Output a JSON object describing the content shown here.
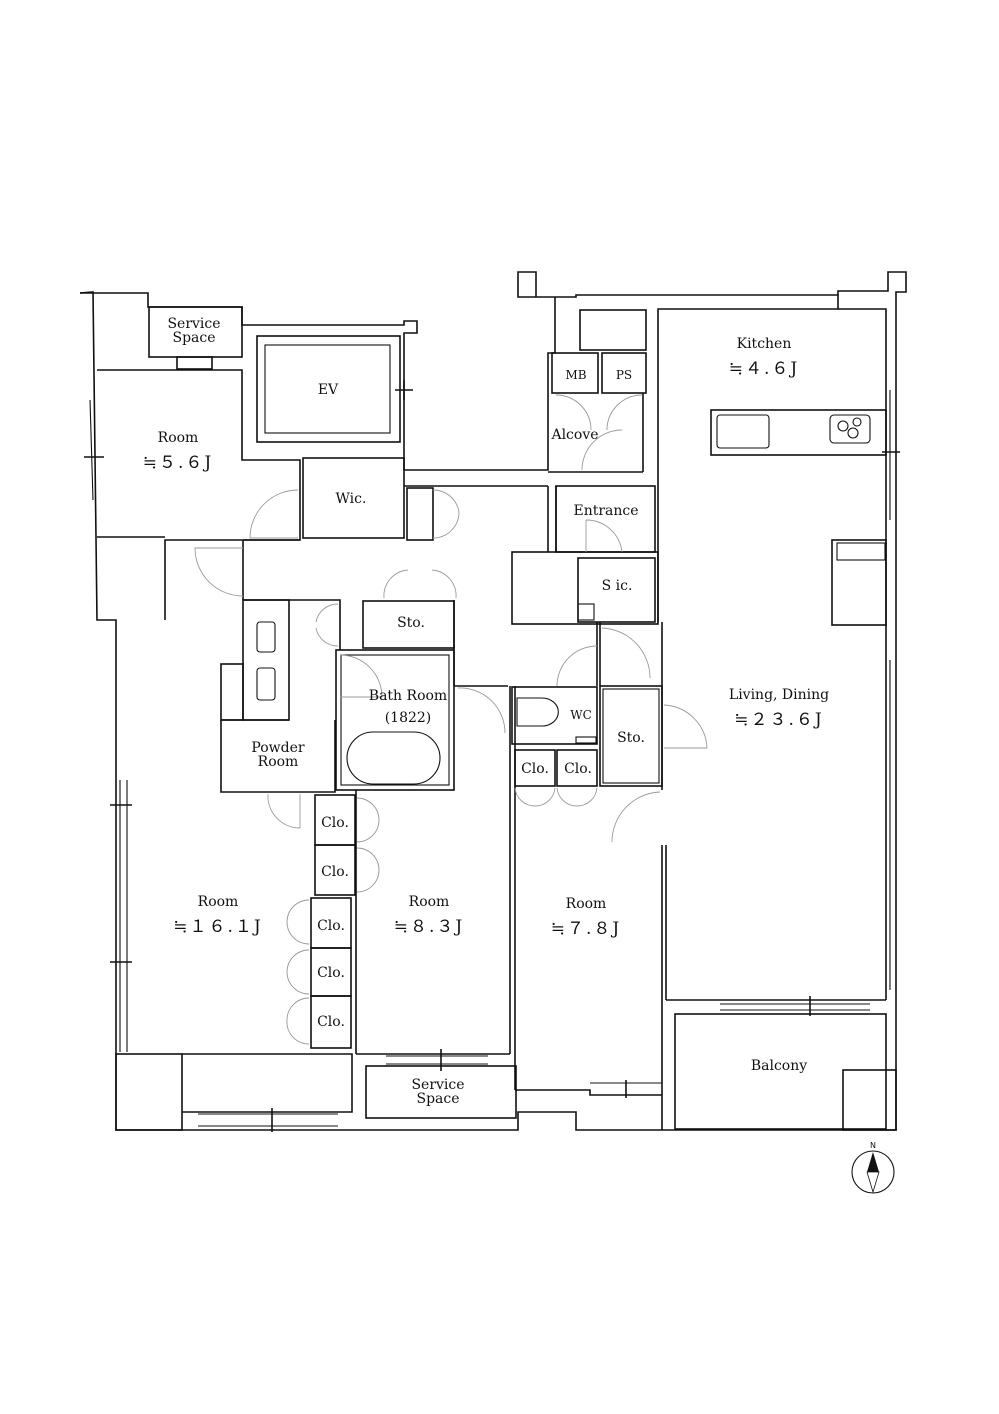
{
  "rooms": {
    "service_space_top": {
      "line1": "Service",
      "line2": "Space"
    },
    "ev": {
      "label": "EV"
    },
    "mb": {
      "label": "MB"
    },
    "ps": {
      "label": "PS"
    },
    "alcove": {
      "label": "Alcove"
    },
    "kitchen": {
      "label": "Kitchen",
      "area": "≒４.６J"
    },
    "room_nw": {
      "label": "Room",
      "area": "≒５.６J"
    },
    "wic": {
      "label": "Wic."
    },
    "entrance": {
      "label": "Entrance"
    },
    "sic": {
      "label": "S ic."
    },
    "sto_bath": {
      "label": "Sto."
    },
    "bath": {
      "label": "Bath Room",
      "size": "(1822)"
    },
    "powder": {
      "line1": "Powder",
      "line2": "Room"
    },
    "wc": {
      "label": "WC"
    },
    "sto_mid": {
      "label": "Sto."
    },
    "clo_a": {
      "label": "Clo."
    },
    "clo_b": {
      "label": "Clo."
    },
    "living": {
      "label": "Living, Dining",
      "area": "≒２３.６J"
    },
    "clo_1": {
      "label": "Clo."
    },
    "clo_2": {
      "label": "Clo."
    },
    "clo_3": {
      "label": "Clo."
    },
    "clo_4": {
      "label": "Clo."
    },
    "clo_5": {
      "label": "Clo."
    },
    "room_big": {
      "label": "Room",
      "area": "≒１６.１J"
    },
    "room_mid": {
      "label": "Room",
      "area": "≒８.３J"
    },
    "room_right": {
      "label": "Room",
      "area": "≒７.８J"
    },
    "balcony": {
      "label": "Balcony"
    },
    "service_space_bottom": {
      "line1": "Service",
      "line2": "Space"
    }
  },
  "compass": {
    "label": "N"
  }
}
